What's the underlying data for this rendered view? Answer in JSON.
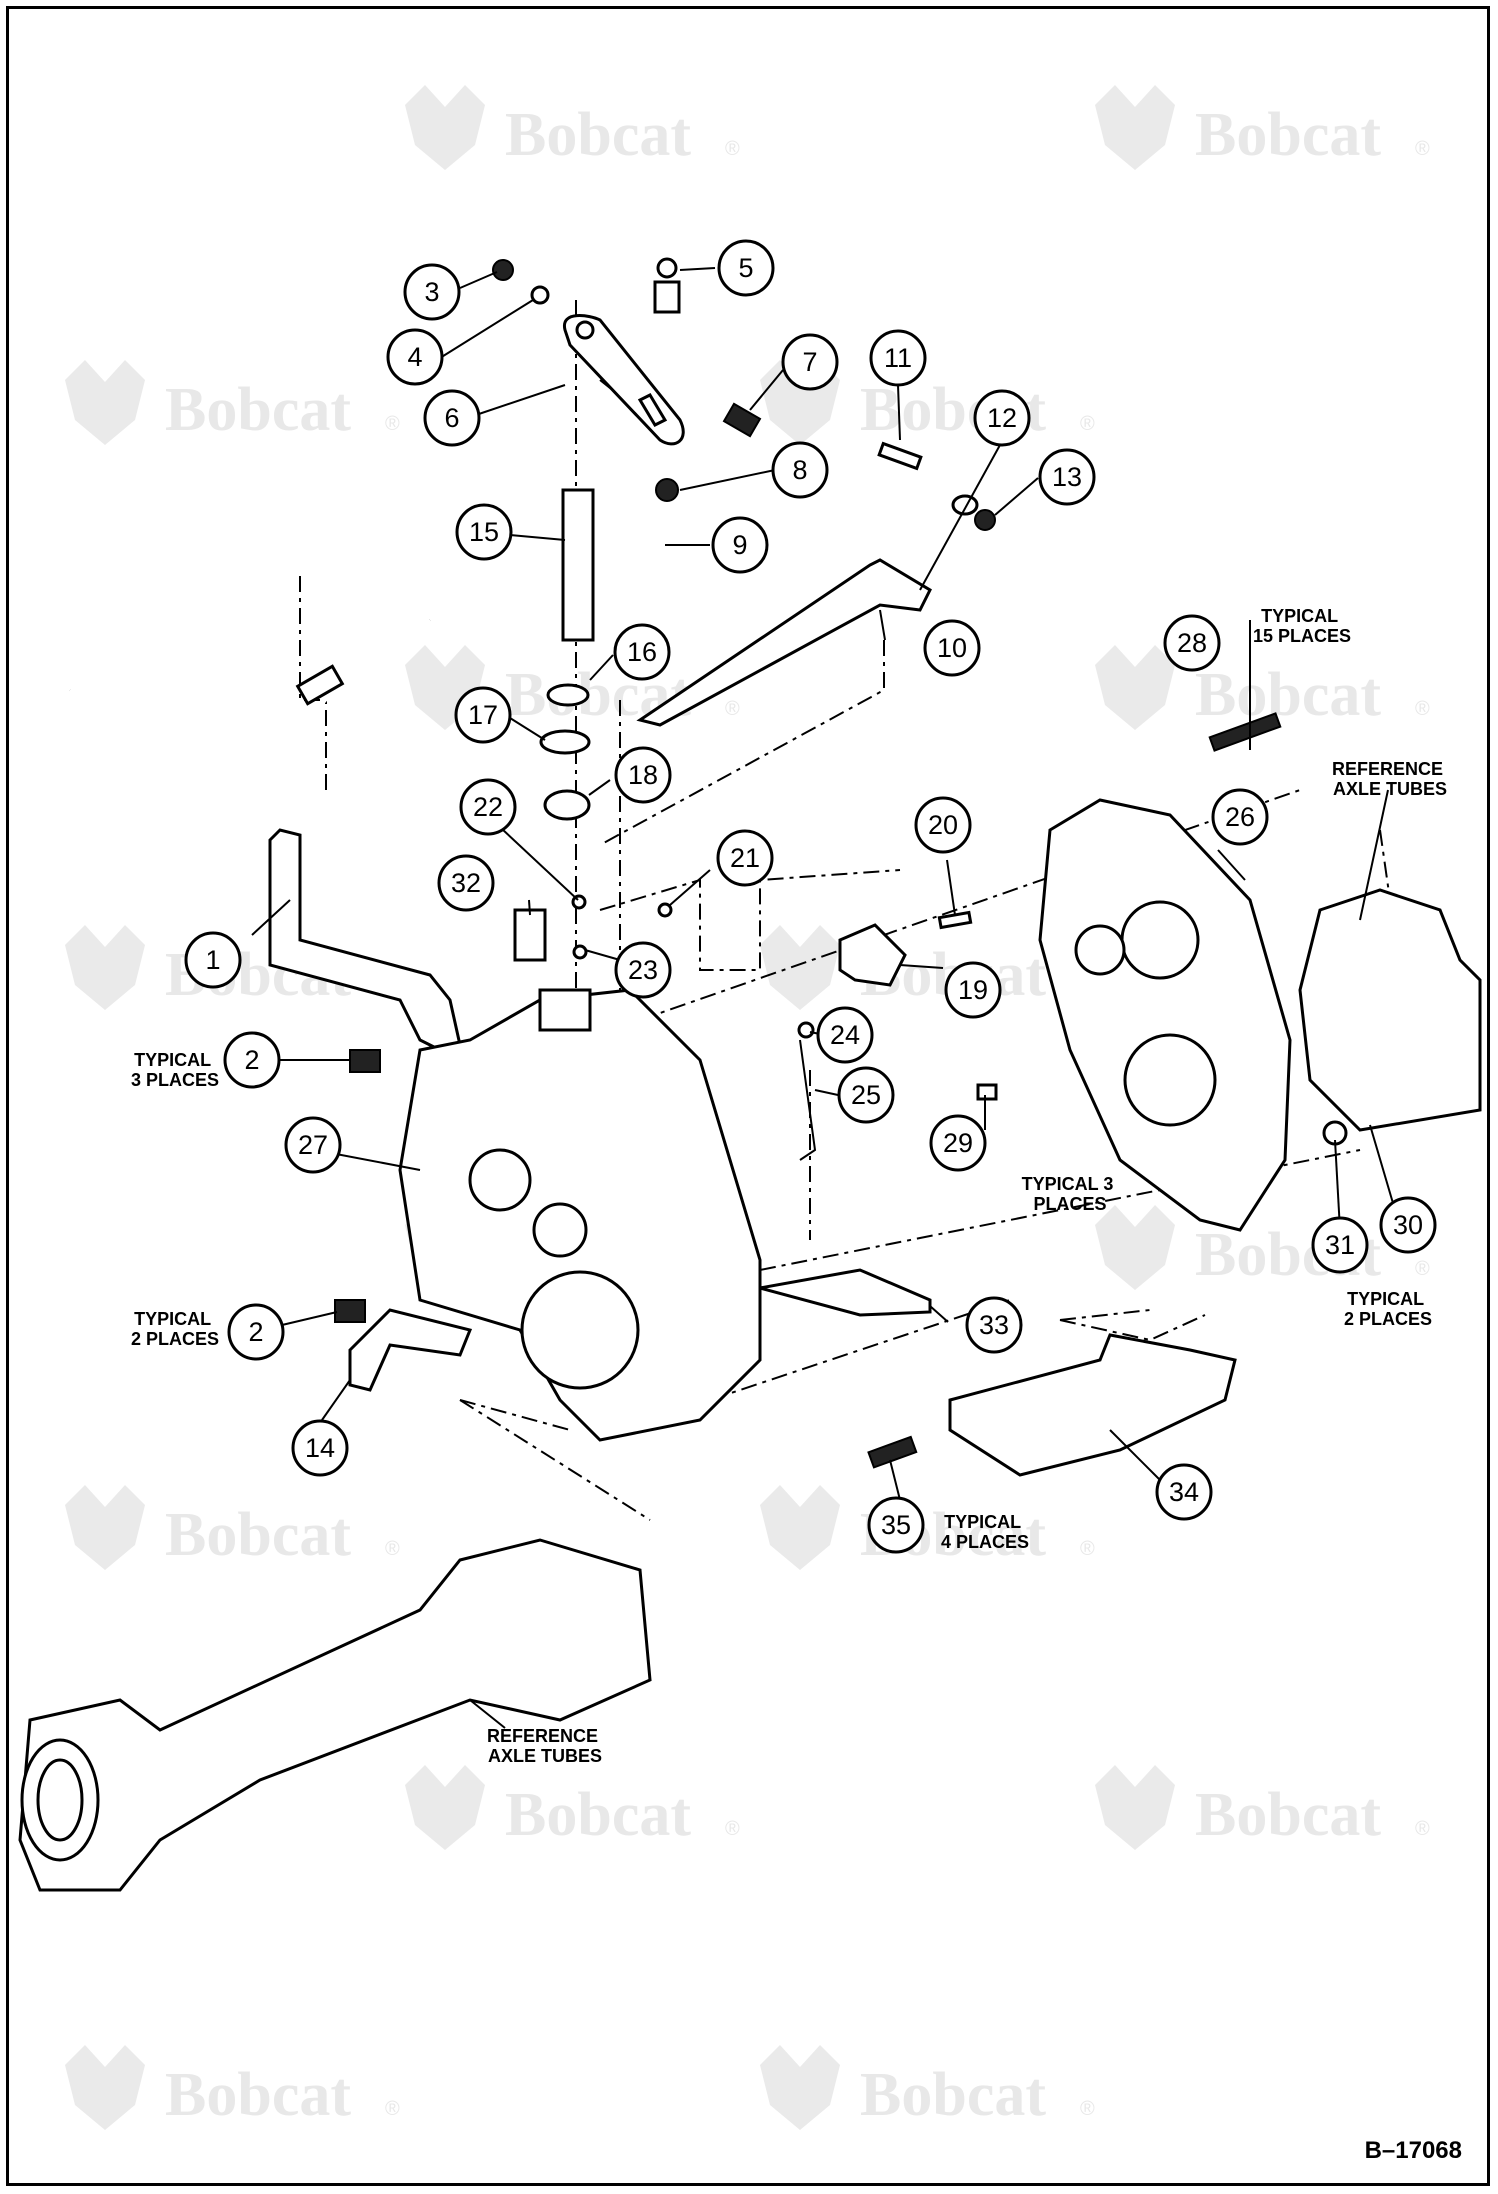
{
  "watermark": {
    "text": "Bobcat",
    "registered": "®"
  },
  "callouts": [
    {
      "n": "1"
    },
    {
      "n": "2"
    },
    {
      "n": "2"
    },
    {
      "n": "3"
    },
    {
      "n": "4"
    },
    {
      "n": "5"
    },
    {
      "n": "6"
    },
    {
      "n": "7"
    },
    {
      "n": "8"
    },
    {
      "n": "9"
    },
    {
      "n": "10"
    },
    {
      "n": "11"
    },
    {
      "n": "12"
    },
    {
      "n": "13"
    },
    {
      "n": "14"
    },
    {
      "n": "15"
    },
    {
      "n": "16"
    },
    {
      "n": "17"
    },
    {
      "n": "18"
    },
    {
      "n": "19"
    },
    {
      "n": "20"
    },
    {
      "n": "21"
    },
    {
      "n": "22"
    },
    {
      "n": "23"
    },
    {
      "n": "24"
    },
    {
      "n": "25"
    },
    {
      "n": "26"
    },
    {
      "n": "27"
    },
    {
      "n": "28"
    },
    {
      "n": "29"
    },
    {
      "n": "30"
    },
    {
      "n": "31"
    },
    {
      "n": "32"
    },
    {
      "n": "33"
    },
    {
      "n": "34"
    },
    {
      "n": "35"
    }
  ],
  "notes": {
    "typical_15": [
      "TYPICAL",
      "15 PLACES"
    ],
    "ref_axle_right": [
      "REFERENCE",
      "AXLE TUBES"
    ],
    "typical_3_left": [
      "TYPICAL",
      "3 PLACES"
    ],
    "typical_3_center": [
      "TYPICAL 3",
      "PLACES"
    ],
    "typical_2_left": [
      "TYPICAL",
      "2 PLACES"
    ],
    "typical_2_right": [
      "TYPICAL",
      "2 PLACES"
    ],
    "typical_4": [
      "TYPICAL",
      "4 PLACES"
    ],
    "ref_axle_bottom": [
      "REFERENCE",
      "AXLE TUBES"
    ]
  },
  "figure_id": "B–17068"
}
